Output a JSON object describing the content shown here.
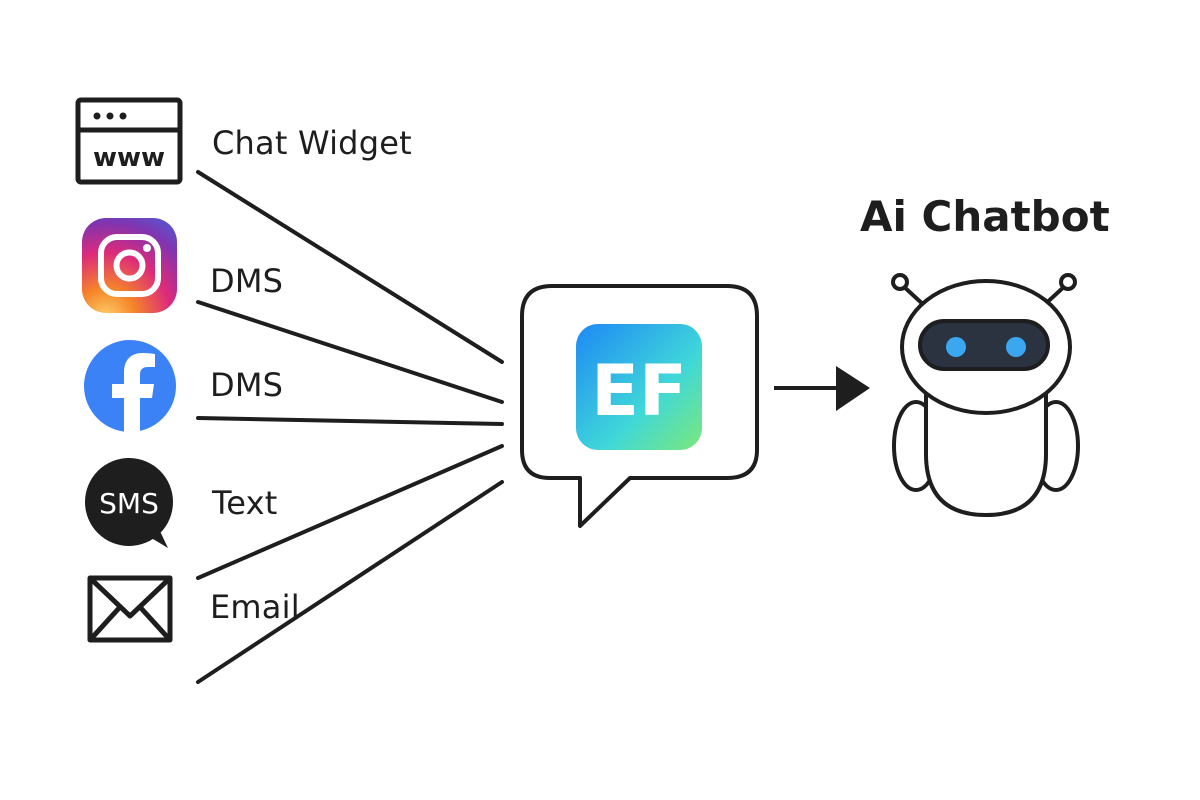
{
  "diagram": {
    "title": "Ai Chatbot",
    "channels": [
      {
        "label": "Chat Widget",
        "icon": "browser-www-icon",
        "icon_text": "www"
      },
      {
        "label": "DMS",
        "icon": "instagram-icon"
      },
      {
        "label": "DMS",
        "icon": "facebook-icon",
        "icon_text": "f"
      },
      {
        "label": "Text",
        "icon": "sms-bubble-icon",
        "icon_text": "SMS"
      },
      {
        "label": "Email",
        "icon": "envelope-icon"
      }
    ],
    "hub": {
      "logo_text": "EF",
      "icon": "ef-logo-icon"
    },
    "target": {
      "icon": "robot-icon"
    },
    "colors": {
      "ink": "#1e1e1e",
      "facebook": "#3b82f6",
      "ef_gradient": [
        "#1e88f5",
        "#3fd7d9",
        "#7be87a"
      ],
      "instagram_gradient": [
        "#fdd06a",
        "#f58529",
        "#dd2a7b",
        "#8134af",
        "#515bd4"
      ],
      "robot_eyes": "#3aa7f0",
      "robot_visor": "#2b3340"
    }
  }
}
